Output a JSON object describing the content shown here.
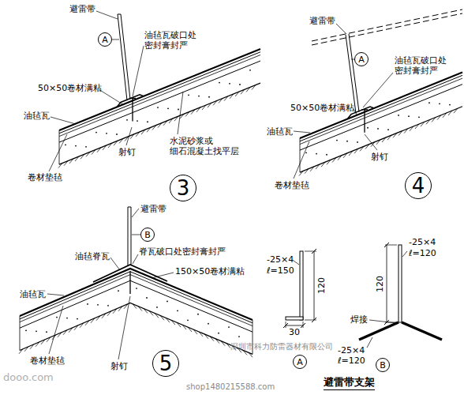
{
  "diagram": {
    "nodes": [
      {
        "text": [
          "A"
        ]
      },
      {
        "text": [
          "A"
        ]
      },
      {
        "text": [
          "B"
        ]
      },
      {
        "text": [
          "3"
        ]
      },
      {
        "text": [
          "4"
        ]
      },
      {
        "text": [
          "5"
        ]
      },
      {
        "text": [
          "A"
        ]
      },
      {
        "text": [
          "B"
        ]
      }
    ],
    "labels": [
      "避雷带",
      "油毡瓦破口处 密封膏封严",
      "50×50卷材满粘",
      "油毡瓦",
      "射钉",
      "水泥砂浆或 细石混凝土找平层",
      "卷材垫毡",
      "避雷带",
      "油毡瓦破口处 密封膏封严",
      "50×50卷材满粘",
      "油毡瓦",
      "射钉",
      "卷材垫毡",
      "避雷带",
      "脊瓦破口处密封膏封严",
      "油毡脊瓦",
      "150×50卷材满粘",
      "油毡瓦",
      "卷材垫毡",
      "射钉",
      "-25×4",
      "ℓ=150",
      "120",
      "30",
      "-25×4",
      "ℓ=120",
      "120",
      "焊接",
      "-25×4",
      "ℓ=120",
      "避雷带支架",
      "深圳市科力防雷器材有限公司",
      "shop1480215588.com",
      "dooo.com"
    ]
  }
}
